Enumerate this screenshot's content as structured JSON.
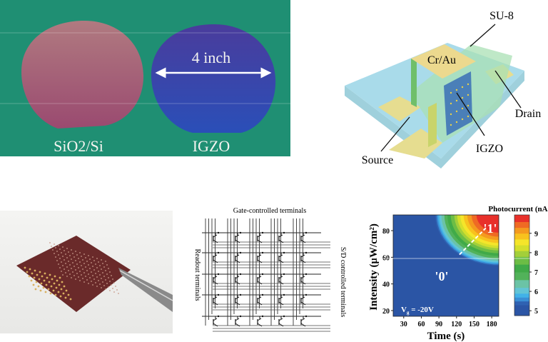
{
  "panel_a": {
    "wafer_left_label": "SiO2/Si",
    "wafer_right_label": "IGZO",
    "size_label": "4 inch"
  },
  "panel_b": {
    "labels": {
      "su8": "SU-8",
      "electrode": "Cr/Au",
      "drain": "Drain",
      "channel": "IGZO",
      "source": "Source"
    }
  },
  "panel_d": {
    "top_label": "Gate-controlled terminals",
    "left_label": "Readout terminals",
    "right_label": "S/D controlled terminals",
    "rows": 5,
    "cols": 5
  },
  "chart_data": {
    "type": "heatmap",
    "xlabel": "Time (s)",
    "ylabel": "Intensity (μW/cm²)",
    "colorbar_title": "Photocurrent (nA",
    "xticks": [
      30,
      60,
      90,
      120,
      150,
      180
    ],
    "yticks": [
      20,
      40,
      60,
      80
    ],
    "xlim": [
      12,
      192
    ],
    "ylim": [
      15.7,
      91.8
    ],
    "colorbar_ticks": [
      5,
      6,
      7,
      8,
      9
    ],
    "colorbar_range": [
      4.75,
      9.95
    ],
    "annotations": {
      "state_low": "'0'",
      "state_high": "'1'",
      "gate_voltage": "V",
      "gate_voltage_sub": "g",
      "gate_voltage_value": " = -20V"
    },
    "arrow": {
      "from": [
        125,
        62
      ],
      "to": [
        170,
        82
      ]
    },
    "background_color": "#2b55a5",
    "levels": [
      {
        "value": 5.3,
        "color": "#2f62b2"
      },
      {
        "value": 5.5,
        "color": "#3a8fd6"
      },
      {
        "value": 5.7,
        "color": "#42b2e8"
      },
      {
        "value": 5.9,
        "color": "#62c4d6"
      },
      {
        "value": 6.2,
        "color": "#6bc3a6"
      },
      {
        "value": 6.6,
        "color": "#52b25a"
      },
      {
        "value": 7.0,
        "color": "#40aa48"
      },
      {
        "value": 7.4,
        "color": "#6cbd45"
      },
      {
        "value": 7.8,
        "color": "#a3cf3a"
      },
      {
        "value": 8.1,
        "color": "#d4df2c"
      },
      {
        "value": 8.4,
        "color": "#f5e52a"
      },
      {
        "value": 8.7,
        "color": "#f8c21e"
      },
      {
        "value": 9.0,
        "color": "#f49a1f"
      },
      {
        "value": 9.3,
        "color": "#ef6a24"
      },
      {
        "value": 9.6,
        "color": "#e8302a"
      }
    ]
  }
}
